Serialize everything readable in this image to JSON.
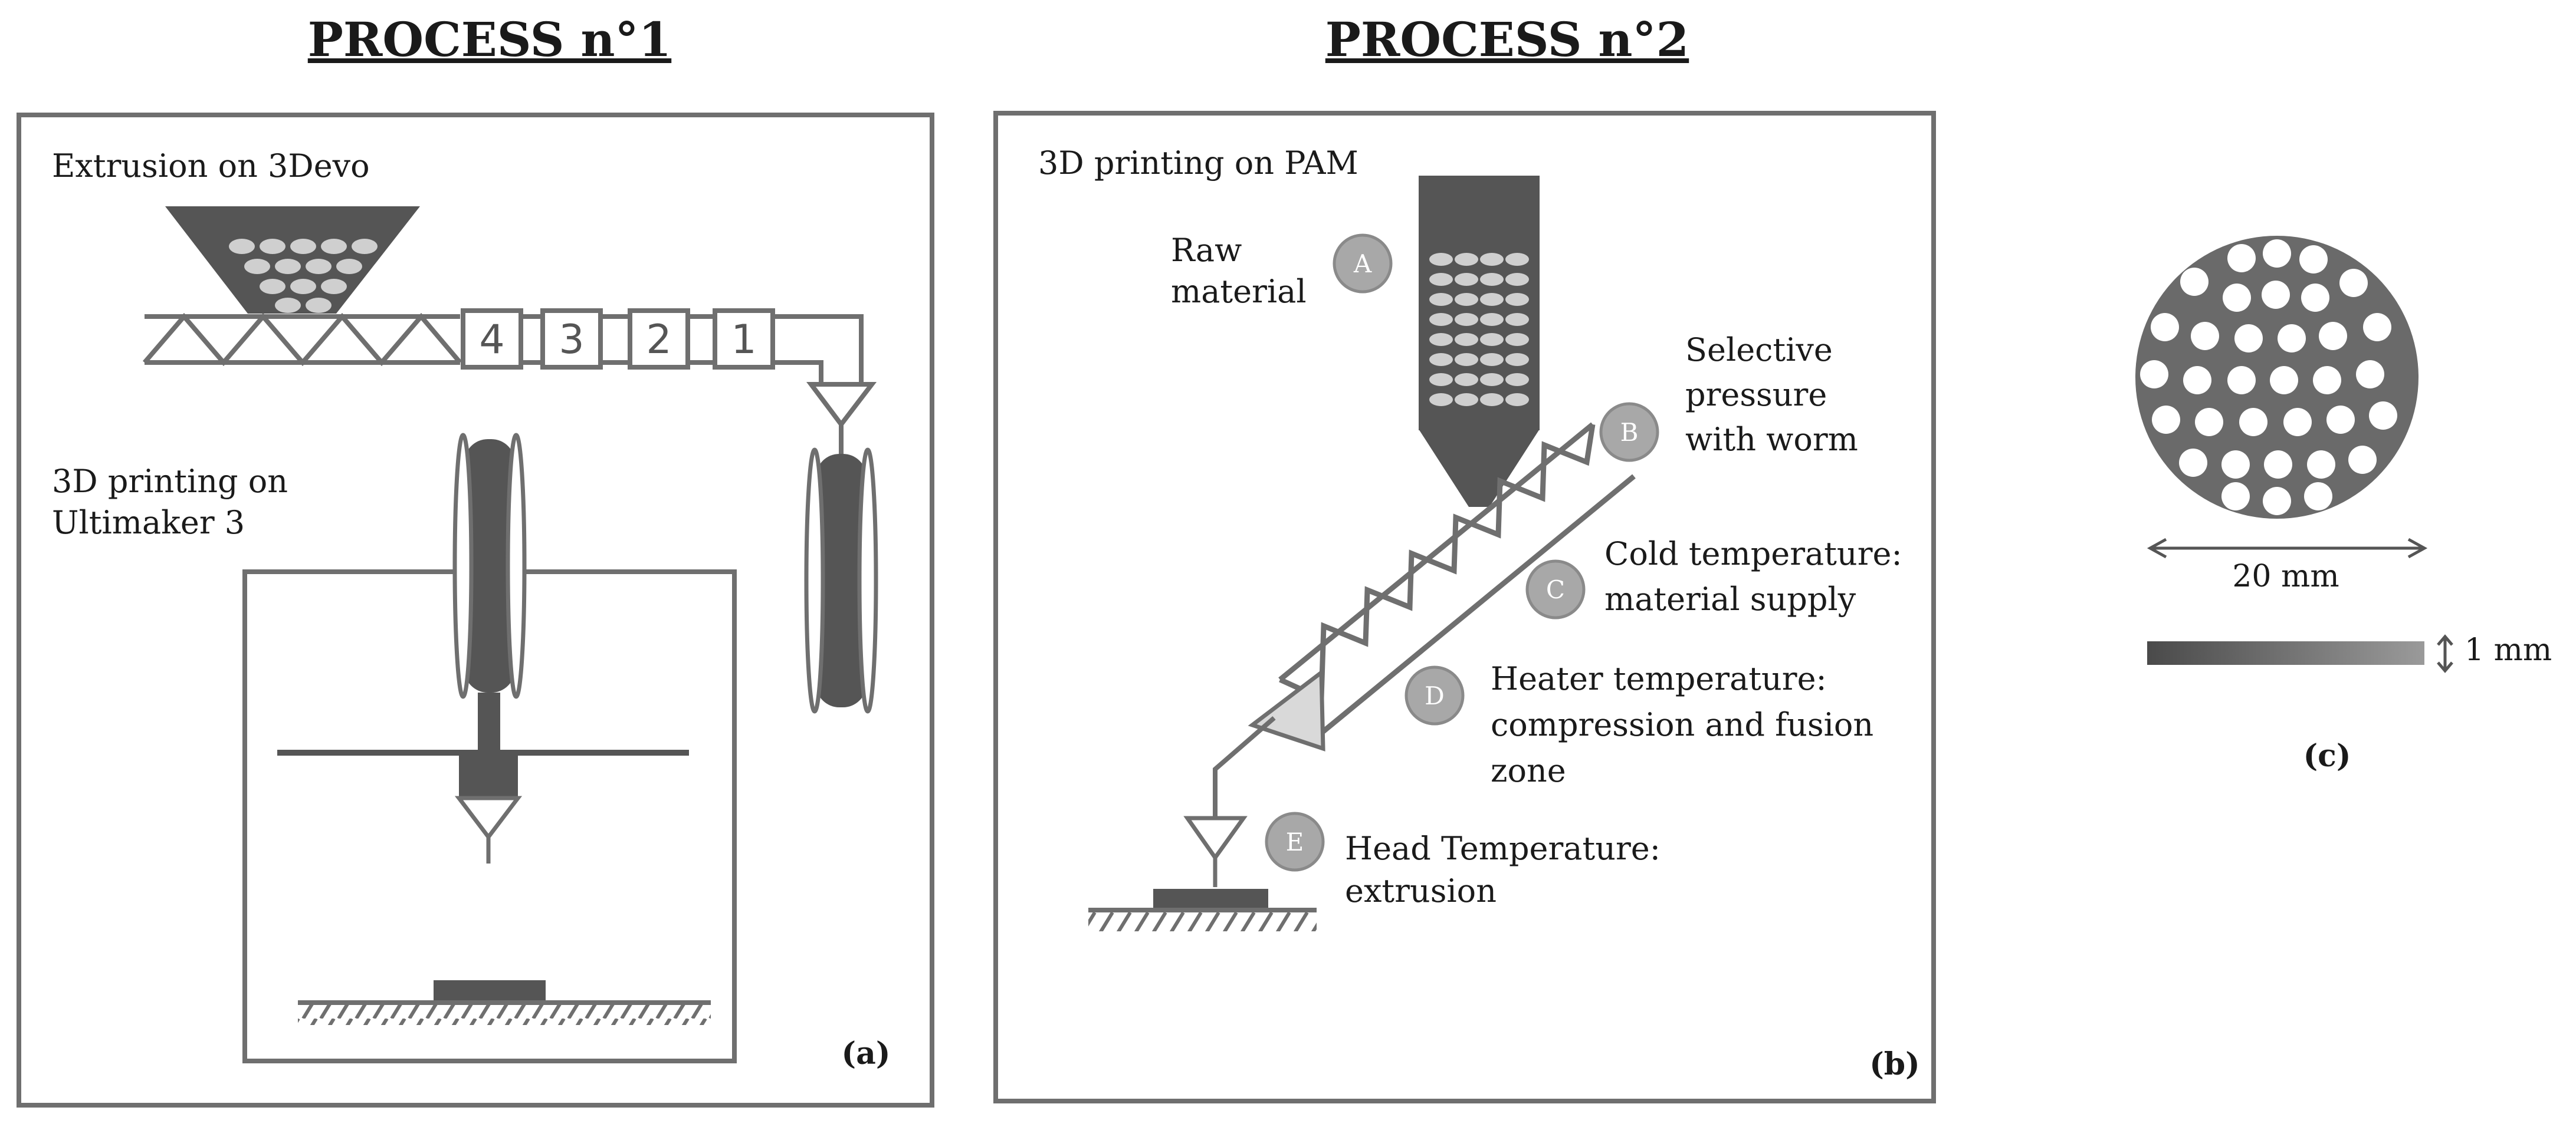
{
  "titles": {
    "process1": "PROCESS n°1",
    "process2": "PROCESS n°2"
  },
  "panel_a": {
    "extrusion_label": "Extrusion on 3Devo",
    "printing_label_line1": "3D printing on",
    "printing_label_line2": "Ultimaker 3",
    "zones": [
      "4",
      "3",
      "2",
      "1"
    ],
    "tag": "(a)"
  },
  "panel_b": {
    "header": "3D printing on PAM",
    "steps": [
      {
        "letter": "A",
        "lines": [
          "Raw",
          "material"
        ]
      },
      {
        "letter": "B",
        "lines": [
          "Selective",
          "pressure",
          "with worm"
        ]
      },
      {
        "letter": "C",
        "lines": [
          "Cold temperature:",
          "material supply"
        ]
      },
      {
        "letter": "D",
        "lines": [
          "Heater temperature:",
          "compression and fusion",
          "zone"
        ]
      },
      {
        "letter": "E",
        "lines": [
          "Head Temperature:",
          "extrusion"
        ]
      }
    ],
    "tag": "(b)"
  },
  "panel_c": {
    "diameter_label": "20 mm",
    "thickness_label": "1 mm",
    "tag": "(c)"
  },
  "colors": {
    "line": "#6f6f6f",
    "dark_fill": "#555555",
    "pellet": "#cfcfcf",
    "circle_badge": "#a8a8a8",
    "nozzle_light": "#d9d9d9"
  }
}
